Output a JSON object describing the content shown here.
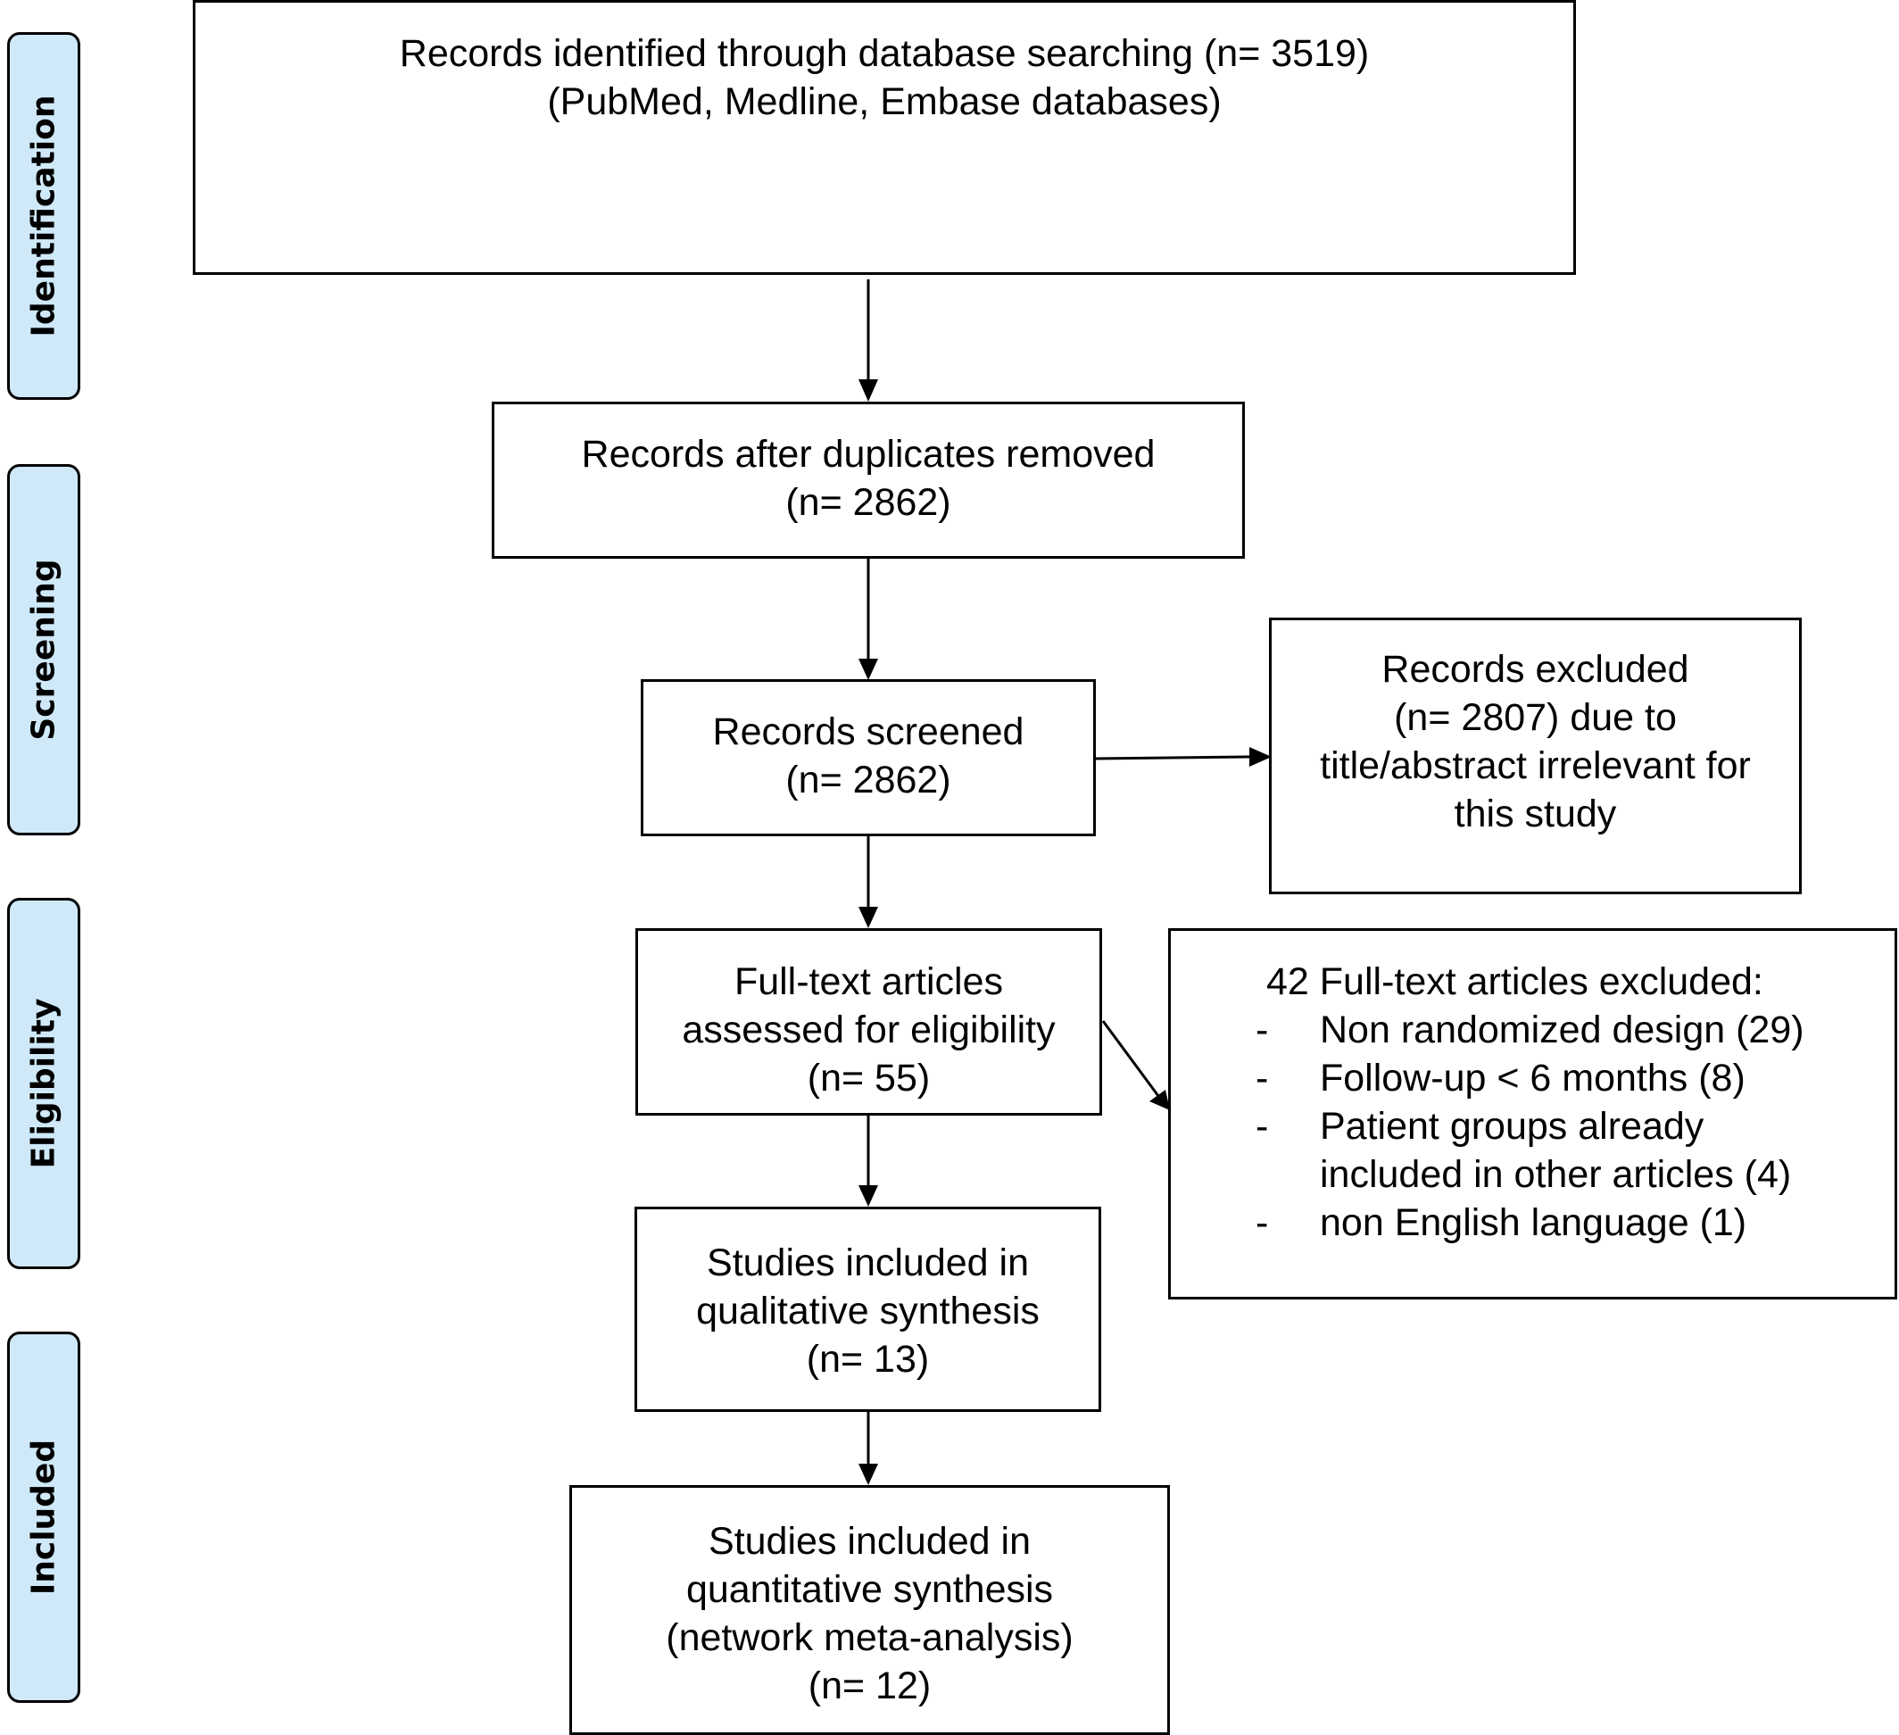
{
  "stages": {
    "identification": "Identification",
    "screening": "Screening",
    "eligibility": "Eligibility",
    "included": "Included"
  },
  "boxes": {
    "identified": {
      "line1": "Records identified through database searching (n= 3519)",
      "line2": "(PubMed, Medline, Embase databases)"
    },
    "duplicates_removed": {
      "line1": "Records after duplicates removed",
      "line2": "(n= 2862)"
    },
    "screened": {
      "line1": "Records screened",
      "line2": "(n= 2862)"
    },
    "excluded_records": {
      "line1": "Records excluded",
      "line2": "(n= 2807) due to",
      "line3": "title/abstract irrelevant for",
      "line4": "this study"
    },
    "full_text": {
      "line1": "Full-text articles",
      "line2": "assessed for eligibility",
      "line3": "(n= 55)"
    },
    "full_text_excluded": {
      "heading": "42 Full-text articles excluded:",
      "items": [
        {
          "dash": "-",
          "text": "Non randomized design (29)"
        },
        {
          "dash": "-",
          "text": "Follow-up < 6 months (8)"
        },
        {
          "dash": "-",
          "text": "Patient groups already"
        },
        {
          "dash": "",
          "text": "included in other articles (4)"
        },
        {
          "dash": "-",
          "text": "non English language (1)"
        }
      ]
    },
    "qualitative": {
      "line1": "Studies included in",
      "line2": "qualitative synthesis",
      "line3": "(n= 13)"
    },
    "quantitative": {
      "line1": "Studies included in",
      "line2": "quantitative synthesis",
      "line3": "(network meta-analysis)",
      "line4": "(n= 12)"
    }
  },
  "colors": {
    "stage_fill": "#cfe9f9",
    "stroke": "#000000",
    "box_fill": "#ffffff"
  }
}
